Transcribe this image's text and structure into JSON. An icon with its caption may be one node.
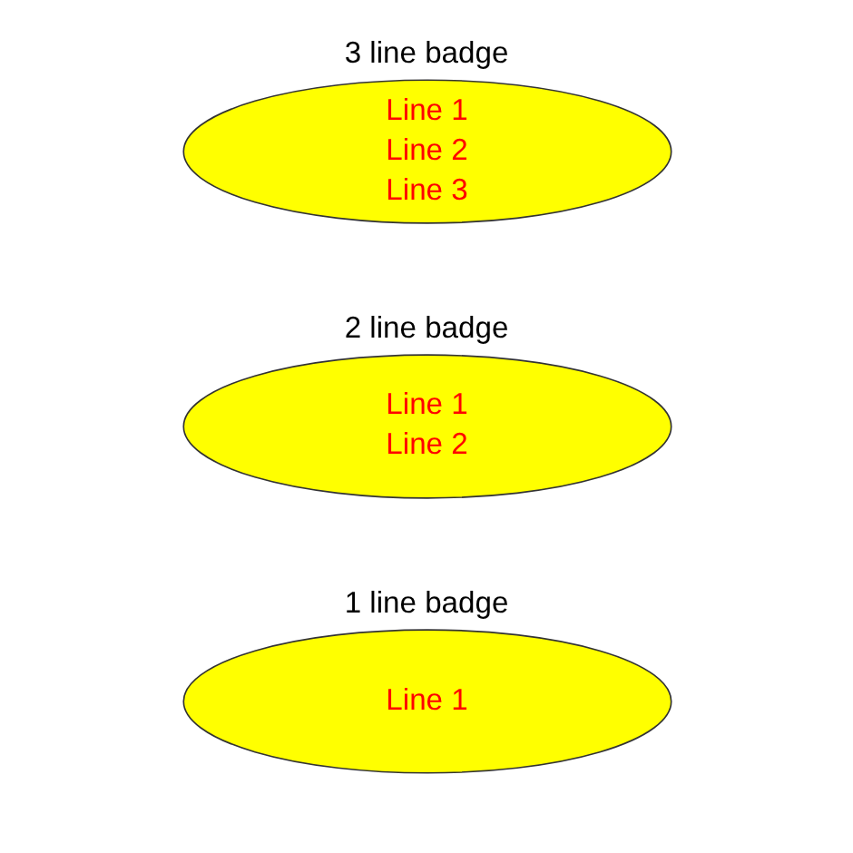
{
  "diagram": {
    "nodes": [
      {
        "text": [
          "3 line badge",
          "Line 1",
          "Line 2",
          "Line 3"
        ]
      },
      {
        "text": [
          "2 line badge",
          "Line 1",
          "Line 2"
        ]
      },
      {
        "text": [
          "1 line badge",
          "Line 1"
        ]
      }
    ],
    "edges": []
  }
}
